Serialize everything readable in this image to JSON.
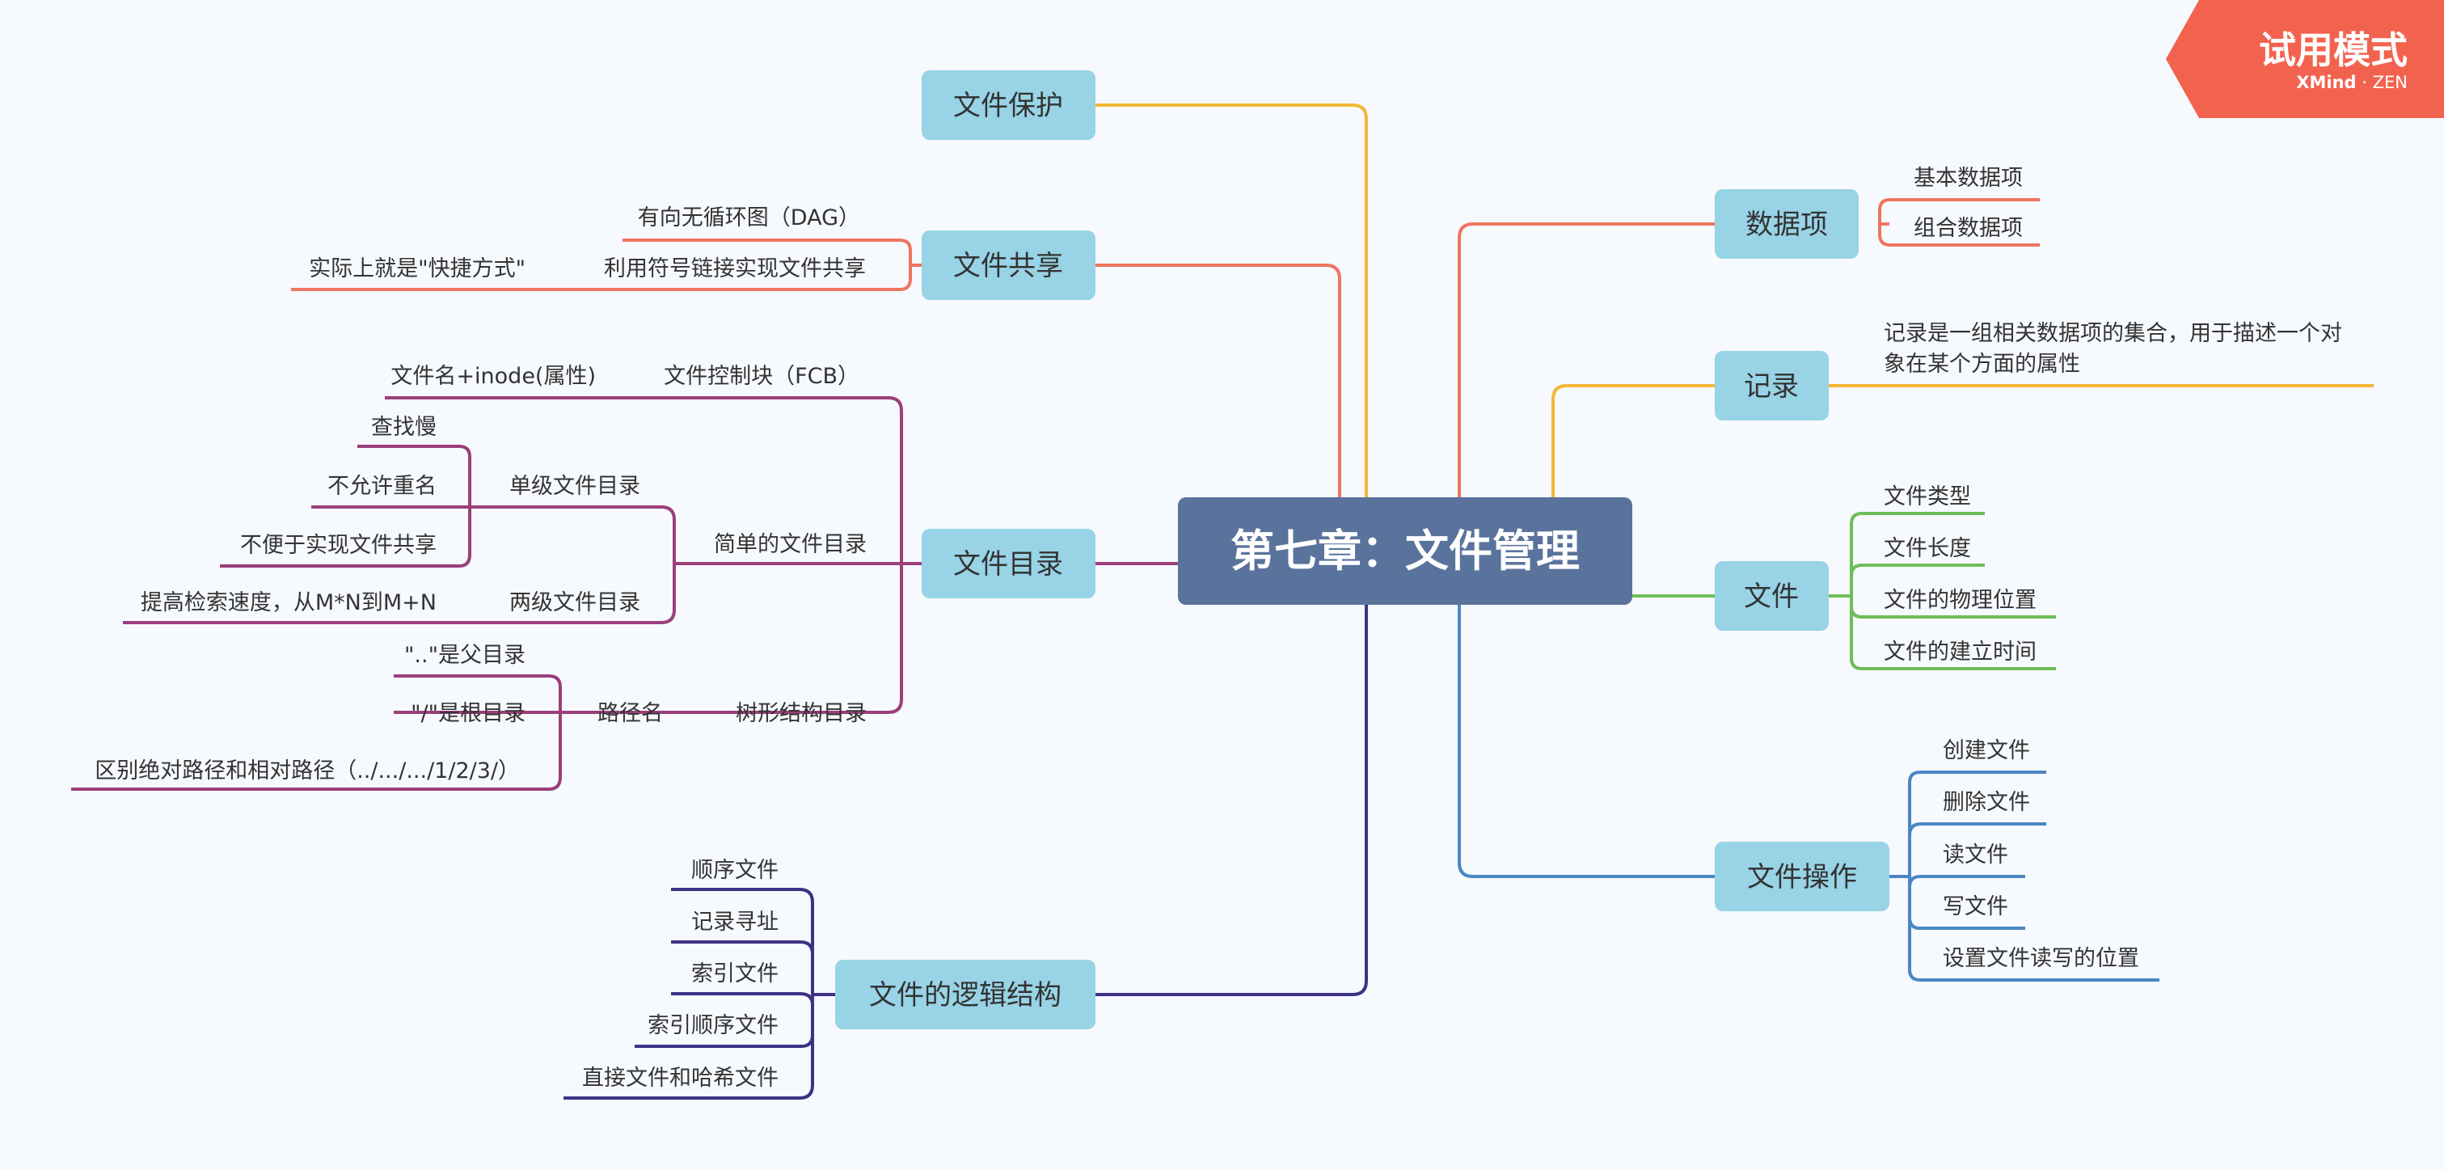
{
  "central": {
    "label": "第七章：文件管理"
  },
  "badge": {
    "title": "试用模式",
    "brand": "XMind",
    "edition": "ZEN"
  },
  "colors": {
    "background": "#f6f9fd",
    "central_fill": "#5a739c",
    "main_fill": "#98d3e6",
    "badge_fill": "#f2634f",
    "branch_protect": "#f4b735",
    "branch_share": "#ef7560",
    "branch_directory": "#9b3f7a",
    "branch_logical": "#3e3285",
    "branch_dataitem": "#ef7560",
    "branch_record": "#f4b735",
    "branch_file": "#6dbd58",
    "branch_fileops": "#4a86c5"
  },
  "topics": {
    "protect": {
      "label": "文件保护"
    },
    "share": {
      "label": "文件共享",
      "dag": "有向无循环图（DAG）",
      "symlink": "利用符号链接实现文件共享",
      "shortcut": "实际上就是\"快捷方式\""
    },
    "directory": {
      "label": "文件目录",
      "fcb": "文件控制块（FCB）",
      "fcb_detail": "文件名+inode(属性)",
      "simple": "简单的文件目录",
      "single": "单级文件目录",
      "single_items": [
        "查找慢",
        "不允许重名",
        "不便于实现文件共享"
      ],
      "two": "两级文件目录",
      "two_detail": "提高检索速度，从M*N到M+N",
      "tree": "树形结构目录",
      "path": "路径名",
      "path_items": [
        "\"..\"是父目录",
        "\"/\"是根目录",
        "区别绝对路径和相对路径（../.../.../1/2/3/）"
      ]
    },
    "logical": {
      "label": "文件的逻辑结构",
      "items": [
        "顺序文件",
        "记录寻址",
        "索引文件",
        "索引顺序文件",
        "直接文件和哈希文件"
      ]
    },
    "dataitem": {
      "label": "数据项",
      "items": [
        "基本数据项",
        "组合数据项"
      ]
    },
    "record": {
      "label": "记录",
      "desc_line1": "记录是一组相关数据项的集合，用于描述一个对",
      "desc_line2": "象在某个方面的属性"
    },
    "file": {
      "label": "文件",
      "items": [
        "文件类型",
        "文件长度",
        "文件的物理位置",
        "文件的建立时间"
      ]
    },
    "fileops": {
      "label": "文件操作",
      "items": [
        "创建文件",
        "删除文件",
        "读文件",
        "写文件",
        "设置文件读写的位置"
      ]
    }
  }
}
